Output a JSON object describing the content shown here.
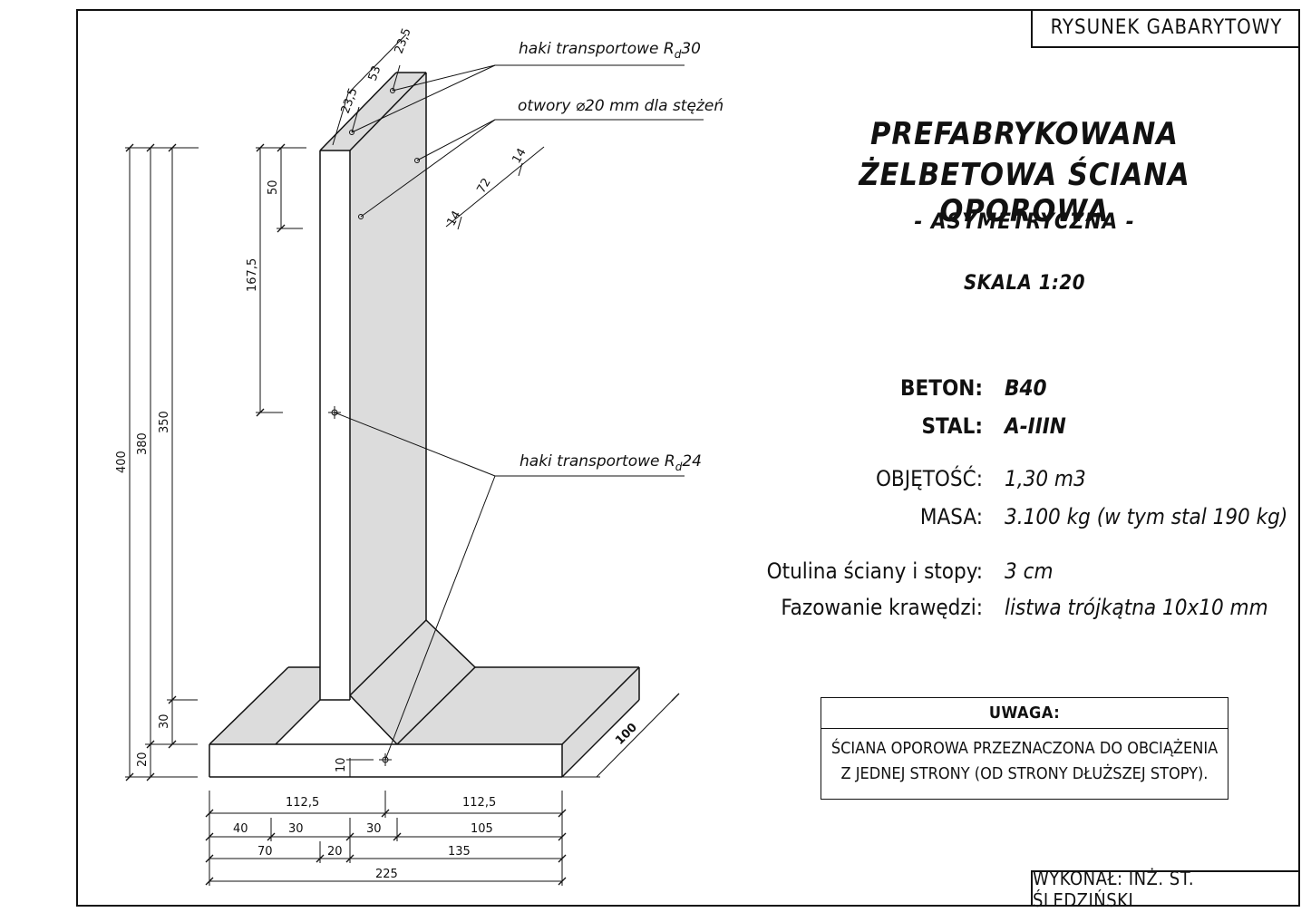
{
  "stamp": {
    "top_label": "RYSUNEK GABARYTOWY",
    "bottom_label": "WYKONAŁ:  INŻ. ST. ŚLEDZIŃSKI"
  },
  "title": {
    "line1": "PREFABRYKOWANA",
    "line2": "ŻELBETOWA ŚCIANA OPOROWA",
    "line3": "- ASYMETRYCZNA -",
    "scale": "SKALA 1:20"
  },
  "specs": [
    {
      "label": "BETON:",
      "value": "B40"
    },
    {
      "label": "STAL:",
      "value": "A-IIIN"
    },
    {
      "label": "OBJĘTOŚĆ:",
      "value": "1,30 m3"
    },
    {
      "label": "MASA:",
      "value": "3.100 kg  (w tym stal 190 kg)"
    },
    {
      "label": "Otulina ściany i stopy:",
      "value": "3 cm"
    },
    {
      "label": "Fazowanie krawędzi:",
      "value": "listwa trójkątna 10x10 mm"
    }
  ],
  "note": {
    "heading": "UWAGA:",
    "line1": "ŚCIANA OPOROWA PRZEZNACZONA DO OBCIĄŻENIA",
    "line2": "Z JEDNEJ STRONY (OD STRONY DŁUŻSZEJ STOPY)."
  },
  "callouts": {
    "hooks_top": "haki transportowe R",
    "hooks_top_sub": "d",
    "hooks_top_num": "30",
    "holes": "otwory ⌀20 mm dla stężeń",
    "hooks_side": "haki transportowe R",
    "hooks_side_sub": "d",
    "hooks_side_num": "24"
  },
  "dimensions": {
    "top_a": "23,5",
    "top_b": "53",
    "top_c": "23,5",
    "holes_edge_1": "14",
    "holes_spacing": "72",
    "holes_edge_2": "14",
    "h_total": "400",
    "h_380": "380",
    "h_350": "350",
    "h_50": "50",
    "h_1675": "167,5",
    "h_30": "30",
    "h_20": "20",
    "h_10": "10",
    "depth": "100",
    "w_half_left": "112,5",
    "w_half_right": "112,5",
    "w_40": "40",
    "w_30a": "30",
    "w_30b": "30",
    "w_105": "105",
    "w_70": "70",
    "w_20": "20",
    "w_135": "135",
    "w_225": "225"
  }
}
